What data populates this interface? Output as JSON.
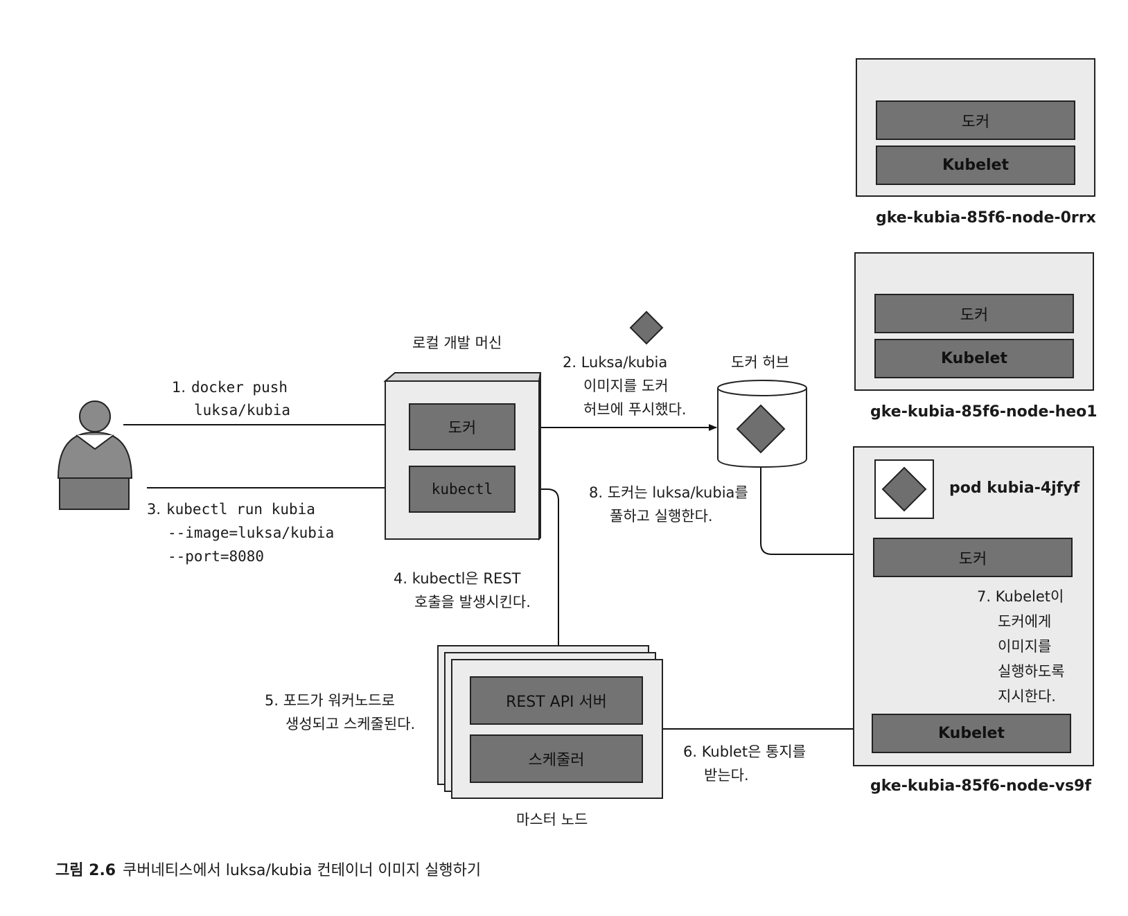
{
  "local_machine": {
    "title": "로컬 개발 머신",
    "docker": "도커",
    "kubectl": "kubectl"
  },
  "docker_hub": {
    "title": "도커 허브"
  },
  "master": {
    "title": "마스터 노드",
    "api_server": "REST API 서버",
    "scheduler": "스케줄러"
  },
  "nodes": [
    {
      "name": "gke-kubia-85f6-node-0rrx",
      "docker": "도커",
      "kubelet": "Kubelet"
    },
    {
      "name": "gke-kubia-85f6-node-heo1",
      "docker": "도커",
      "kubelet": "Kubelet"
    },
    {
      "name": "gke-kubia-85f6-node-vs9f",
      "docker": "도커",
      "kubelet": "Kubelet",
      "pod": "pod kubia-4jfyf"
    }
  ],
  "steps": {
    "s1_num": "1.",
    "s1_l1": "docker push",
    "s1_l2": "luksa/kubia",
    "s2_l1": "2. Luksa/kubia",
    "s2_l2": "이미지를 도커",
    "s2_l3": "허브에 푸시했다.",
    "s3_num": "3.",
    "s3_l1": "kubectl run kubia",
    "s3_l2": "--image=luksa/kubia",
    "s3_l3": "--port=8080",
    "s4_l1": "4. kubectl은 REST",
    "s4_l2": "호출을 발생시킨다.",
    "s5_l1": "5. 포드가 워커노드로",
    "s5_l2": "생성되고 스케줄된다.",
    "s6_l1": "6. Kublet은 통지를",
    "s6_l2": "받는다.",
    "s7_l1": "7. Kubelet이",
    "s7_l2": "도커에게",
    "s7_l3": "이미지를",
    "s7_l4": "실행하도록",
    "s7_l5": "지시한다.",
    "s8_l1": "8. 도커는 luksa/kubia를",
    "s8_l2": "풀하고 실행한다."
  },
  "caption": {
    "label": "그림 2.6",
    "text": "쿠버네티스에서 luksa/kubia 컨테이너 이미지 실행하기"
  }
}
